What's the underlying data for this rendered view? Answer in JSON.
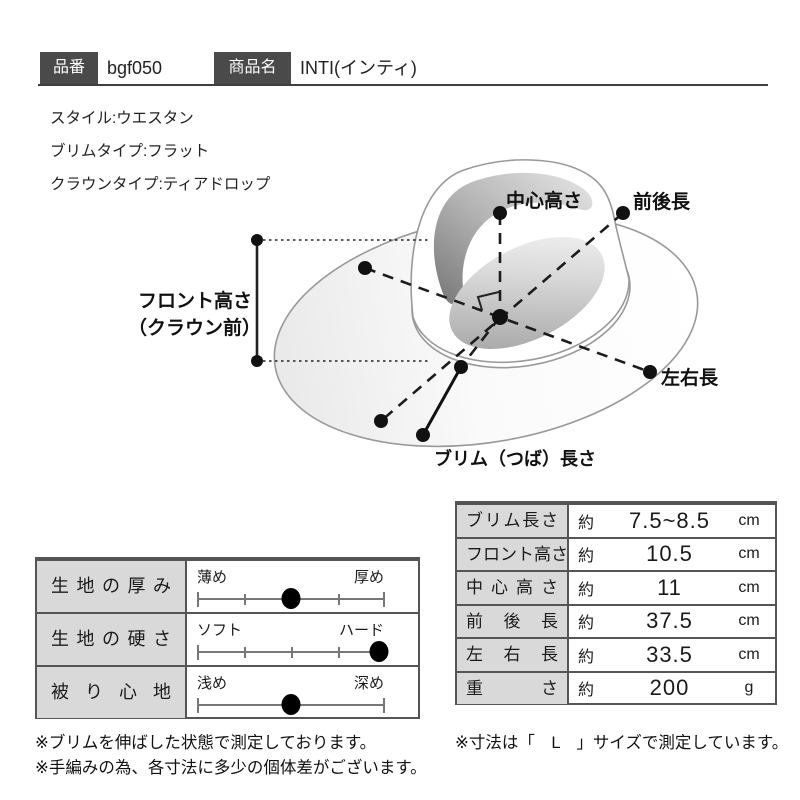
{
  "header": {
    "item_no_label": "品番",
    "item_no_value": "bgf050",
    "product_name_label": "商品名",
    "product_name_value": "INTI(インティ)"
  },
  "style_info": {
    "line1": "スタイル:ウエスタン",
    "line2": "ブリムタイプ:フラット",
    "line3": "クラウンタイプ:ティアドロップ"
  },
  "diagram": {
    "label_center_height": "中心高さ",
    "label_front_back": "前後長",
    "label_front_height_1": "フロント高さ",
    "label_front_height_2": "（クラウン前）",
    "label_left_right": "左右長",
    "label_brim": "ブリム（つば）長さ"
  },
  "attributes_table": {
    "rows": [
      {
        "label": "生地の厚み",
        "min": "薄め",
        "max": "厚め",
        "value_position": "center",
        "scale_ticks": 5
      },
      {
        "label": "生地の硬さ",
        "min": "ソフト",
        "max": "ハード",
        "value_position": "right",
        "scale_ticks": 5
      },
      {
        "label": "被り心地",
        "min": "浅め",
        "max": "深め",
        "value_position": "center",
        "scale_ticks": 2
      }
    ]
  },
  "measurements_table": {
    "rows": [
      {
        "label": "ブリム長さ",
        "prefix": "約",
        "value": "7.5~8.5",
        "unit": "cm"
      },
      {
        "label": "フロント高さ",
        "prefix": "約",
        "value": "10.5",
        "unit": "cm"
      },
      {
        "label": "中心高さ",
        "prefix": "約",
        "value": "11",
        "unit": "cm"
      },
      {
        "label": "前後長",
        "prefix": "約",
        "value": "37.5",
        "unit": "cm"
      },
      {
        "label": "左右長",
        "prefix": "約",
        "value": "33.5",
        "unit": "cm"
      },
      {
        "label": "重さ",
        "prefix": "約",
        "value": "200",
        "unit": "g"
      }
    ]
  },
  "notes": {
    "left_1": "※ブリムを伸ばした状態で測定しております。",
    "left_2": "※手編みの為、各寸法に多少の個体差がございます。",
    "right_1": "※寸法は「　L　」サイズで測定しています。"
  },
  "colors": {
    "header_box_bg": "#4a4a4a",
    "header_box_text": "#ffffff",
    "table_label_bg": "#d9d9d9",
    "table_border": "#555555",
    "hat_outline": "#999999",
    "measure_line": "#1c1c1c",
    "text": "#1a1a1a"
  }
}
